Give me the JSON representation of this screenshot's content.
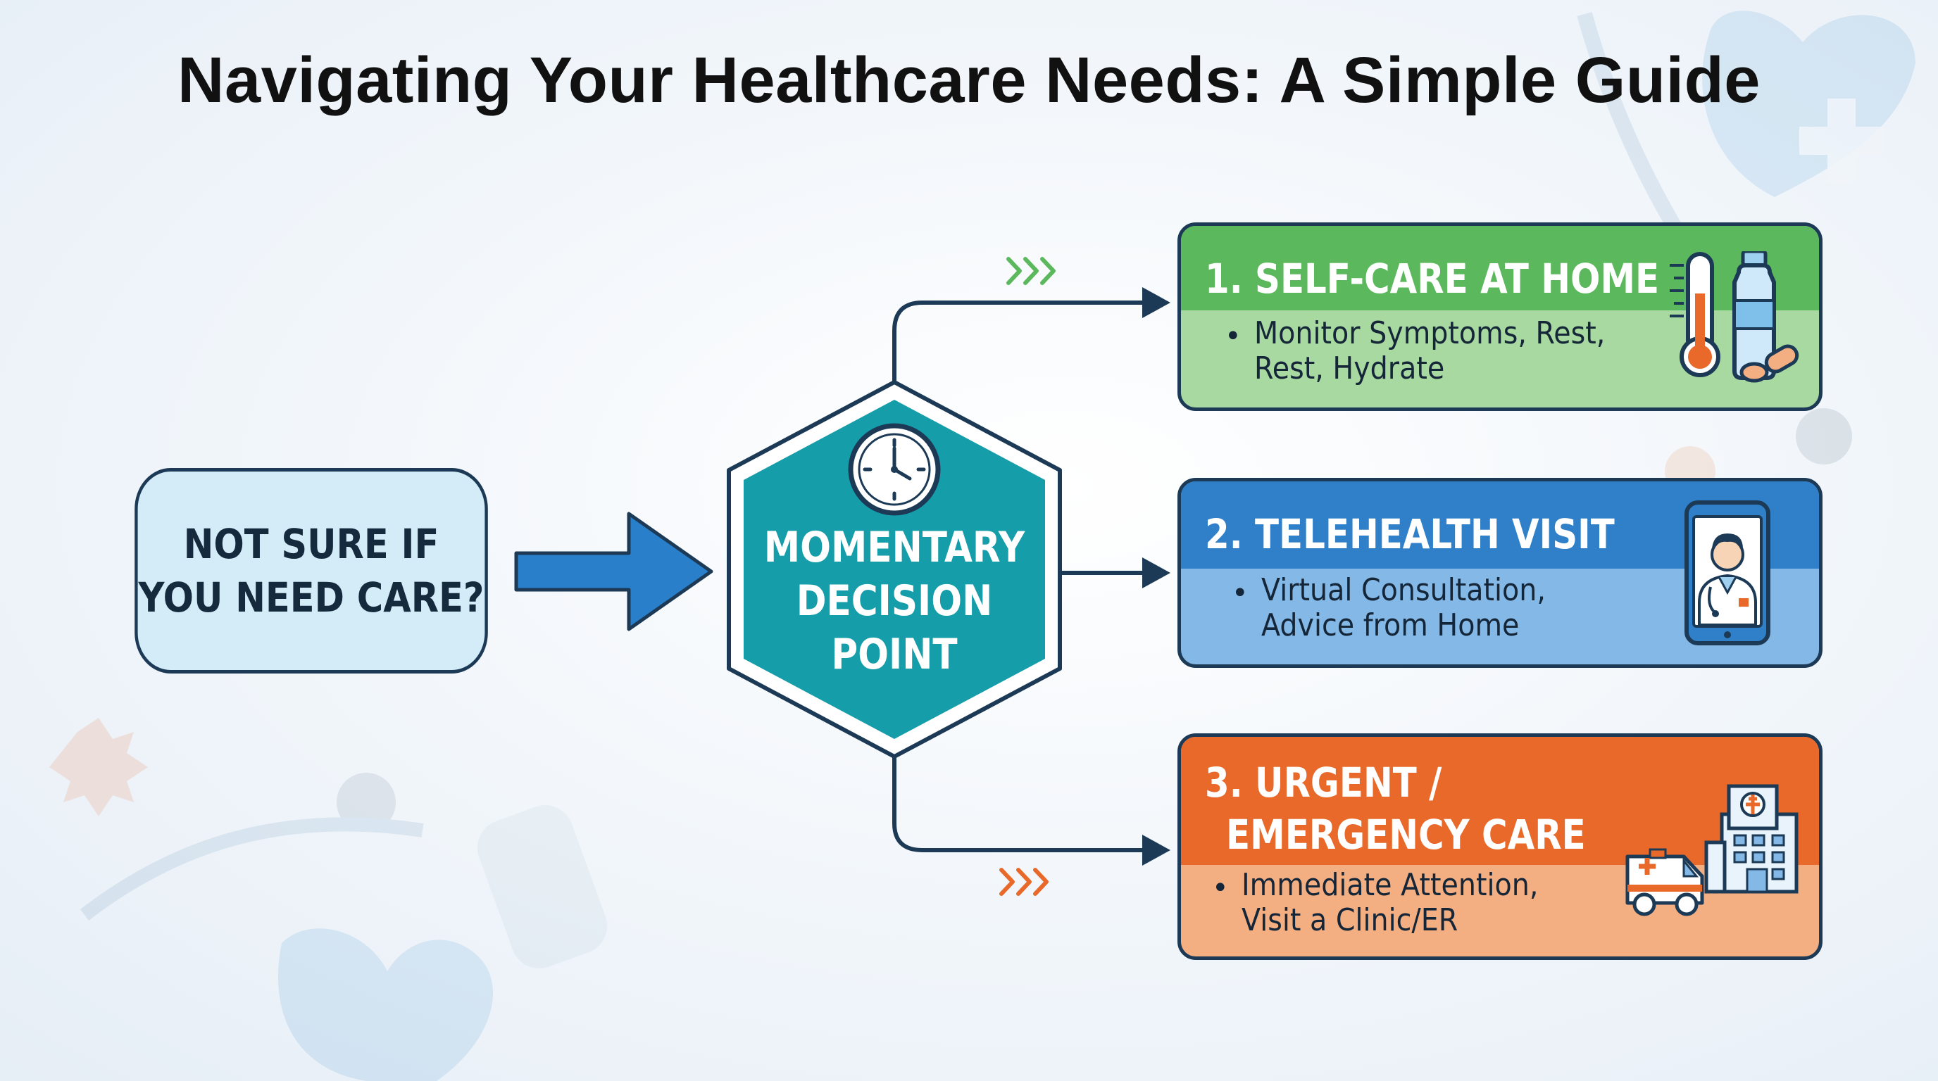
{
  "title": "Navigating Your Healthcare Needs: A Simple Guide",
  "start": {
    "line1": "NOT SURE IF",
    "line2": "YOU NEED CARE?"
  },
  "decision": {
    "line1": "MOMENTARY",
    "line2": "DECISION",
    "line3": "POINT",
    "icon": "clock-icon"
  },
  "options": [
    {
      "heading": "1. SELF-CARE AT HOME",
      "bullet": "•",
      "text_line1": "Monitor Symptoms, Rest,",
      "text_line2": "Rest, Hydrate",
      "header_color": "#5cb85c",
      "body_color": "#a8d9a0",
      "icon": "thermometer-water-pills-icon"
    },
    {
      "heading": "2. TELEHEALTH VISIT",
      "bullet": "•",
      "text_line1": "Virtual Consultation,",
      "text_line2": "Advice from Home",
      "header_color": "#2f80c9",
      "body_color": "#84b8e6",
      "icon": "phone-doctor-icon"
    },
    {
      "heading_line1": "3. URGENT /",
      "heading_line2": "EMERGENCY CARE",
      "bullet": "•",
      "text_line1": "Immediate Attention,",
      "text_line2": "Visit a Clinic/ER",
      "header_color": "#e8692a",
      "body_color": "#f3ae82",
      "icon": "hospital-ambulance-icon"
    }
  ],
  "colors": {
    "outline": "#1c3a56",
    "arrow_blue": "#2a7fcb",
    "hexagon": "#159daa",
    "chevron_green": "#5cb85c",
    "chevron_orange": "#e8692a"
  }
}
